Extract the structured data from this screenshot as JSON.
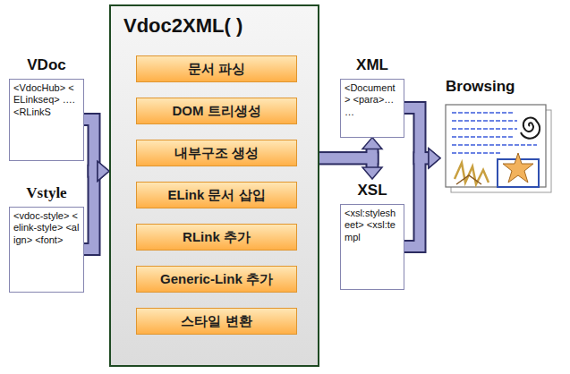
{
  "diagram": {
    "nodes": [
      {
        "text": [
          "VDoc",
          "<VdocHub> <ELinkseq> …. <RLinkS"
        ]
      },
      {
        "text": [
          "Vstyle",
          "<vdoc-style> <elink-style> <align> <font>"
        ]
      },
      {
        "text": [
          "Vdoc2XML( )"
        ]
      },
      {
        "text": [
          "문서 파싱"
        ],
        "in": 2
      },
      {
        "text": [
          "DOM 트리생성"
        ],
        "in": 2
      },
      {
        "text": [
          "내부구조 생성"
        ],
        "in": 2
      },
      {
        "text": [
          "ELink 문서 삽입"
        ],
        "in": 2
      },
      {
        "text": [
          "RLink 추가"
        ],
        "in": 2
      },
      {
        "text": [
          "Generic-Link 추가"
        ],
        "in": 2
      },
      {
        "text": [
          "스타일 변환"
        ],
        "in": 2
      },
      {
        "text": [
          "XML",
          "<Document> <para>… …"
        ]
      },
      {
        "text": [
          "XSL",
          "<xsl:stylesheet> <xsl:templ"
        ]
      },
      {
        "text": [
          "Browsing"
        ]
      }
    ],
    "edges": [
      {
        "from": 0,
        "to": 2,
        "arrow": "to"
      },
      {
        "from": 1,
        "to": 2,
        "arrow": "to"
      },
      {
        "from": 2,
        "to": 10,
        "arrow": "to"
      },
      {
        "from": 2,
        "to": 11,
        "arrow": "to"
      },
      {
        "from": 10,
        "to": 12,
        "arrow": "to"
      },
      {
        "from": 11,
        "to": 12,
        "arrow": "to"
      }
    ]
  }
}
